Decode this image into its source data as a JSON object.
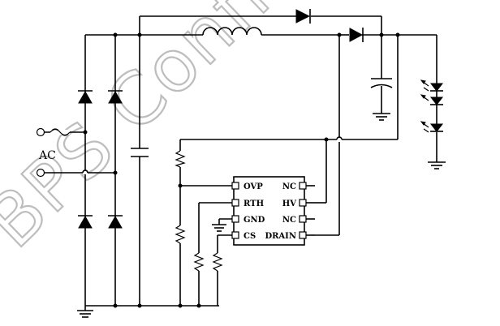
{
  "source_label": "AC",
  "chip": {
    "pins_left": [
      "OVP",
      "RTH",
      "GND",
      "CS"
    ],
    "pins_right": [
      "NC",
      "HV",
      "NC",
      "DRAIN"
    ]
  },
  "watermark": "BPS Confi"
}
